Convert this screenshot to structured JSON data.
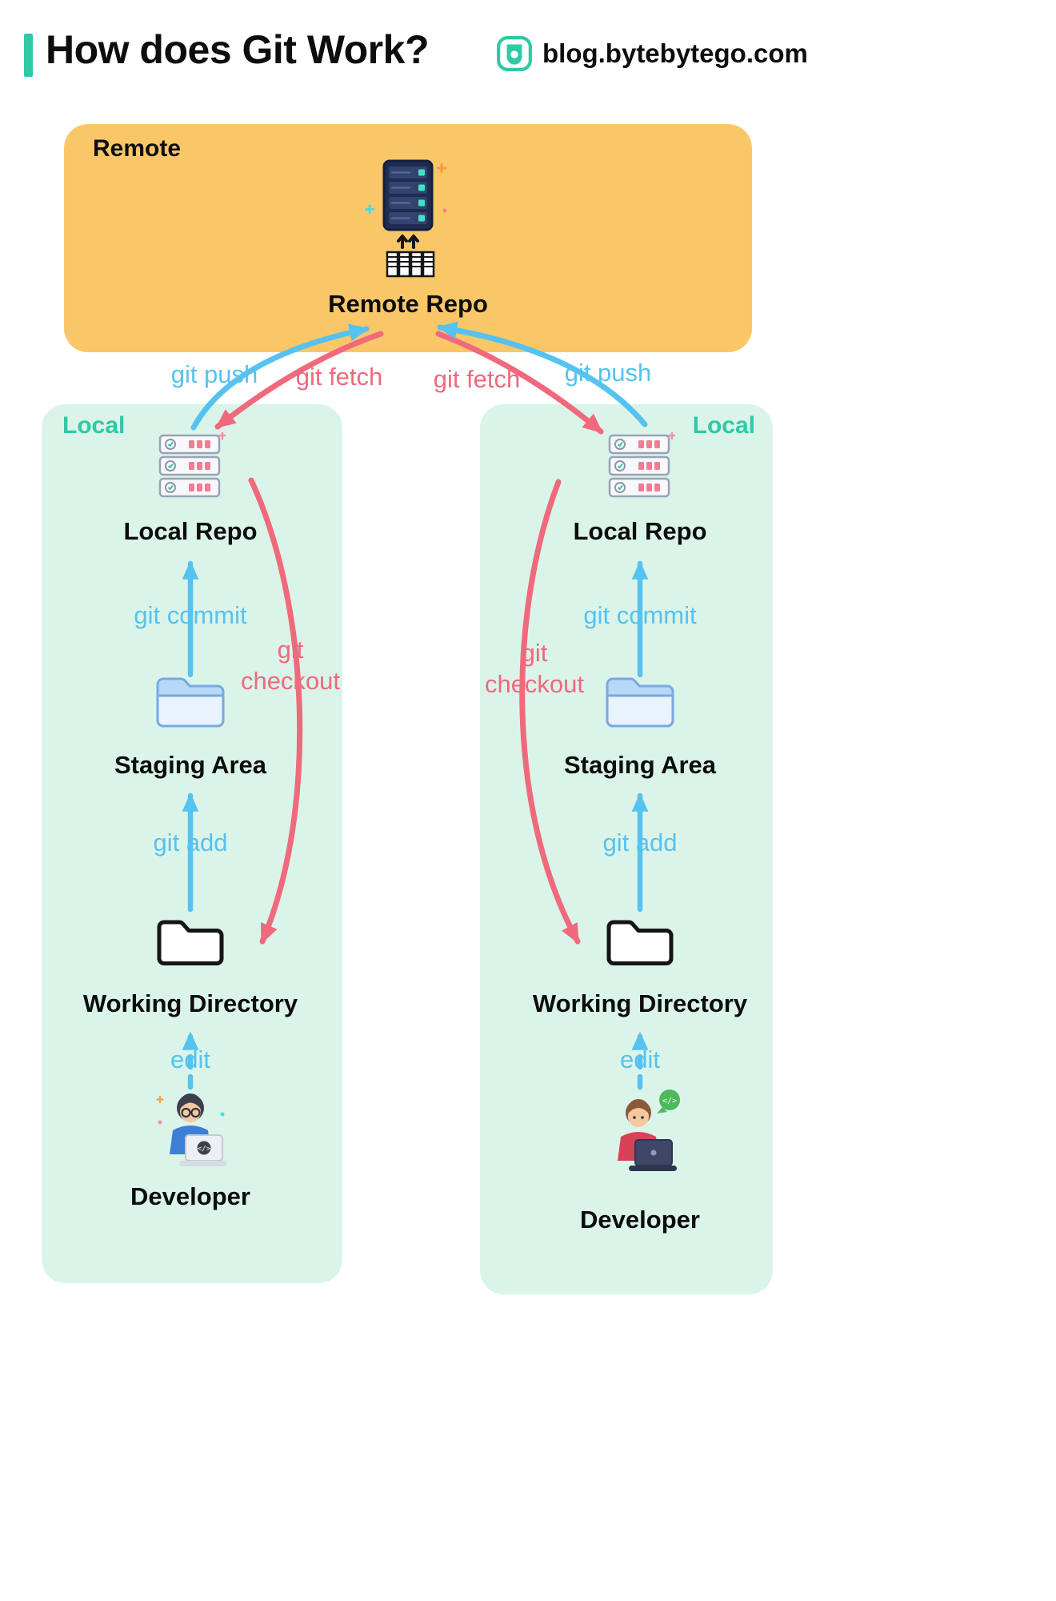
{
  "header": {
    "title": "How does Git Work?",
    "site": "blog.bytebytego.com"
  },
  "remote": {
    "zone_label": "Remote",
    "repo_label": "Remote Repo"
  },
  "local_left": {
    "zone_label": "Local",
    "repo_label": "Local Repo",
    "staging_label": "Staging Area",
    "workdir_label": "Working Directory",
    "developer_label": "Developer",
    "edges": {
      "push": "git push",
      "fetch": "git fetch",
      "commit": "git commit",
      "checkout": "git checkout",
      "add": "git add",
      "edit": "edit"
    }
  },
  "local_right": {
    "zone_label": "Local",
    "repo_label": "Local Repo",
    "staging_label": "Staging Area",
    "workdir_label": "Working Directory",
    "developer_label": "Developer",
    "edges": {
      "push": "git push",
      "fetch": "git fetch",
      "commit": "git commit",
      "checkout": "git checkout",
      "add": "git add",
      "edit": "edit"
    }
  },
  "colors": {
    "accent_teal": "#2FC9A7",
    "remote_bg": "#FAC768",
    "local_bg": "#DBF4E9",
    "arrow_blue": "#56C2F0",
    "arrow_red": "#F0697C",
    "server_navy": "#1F2C52",
    "text": "#0D0D0D"
  }
}
